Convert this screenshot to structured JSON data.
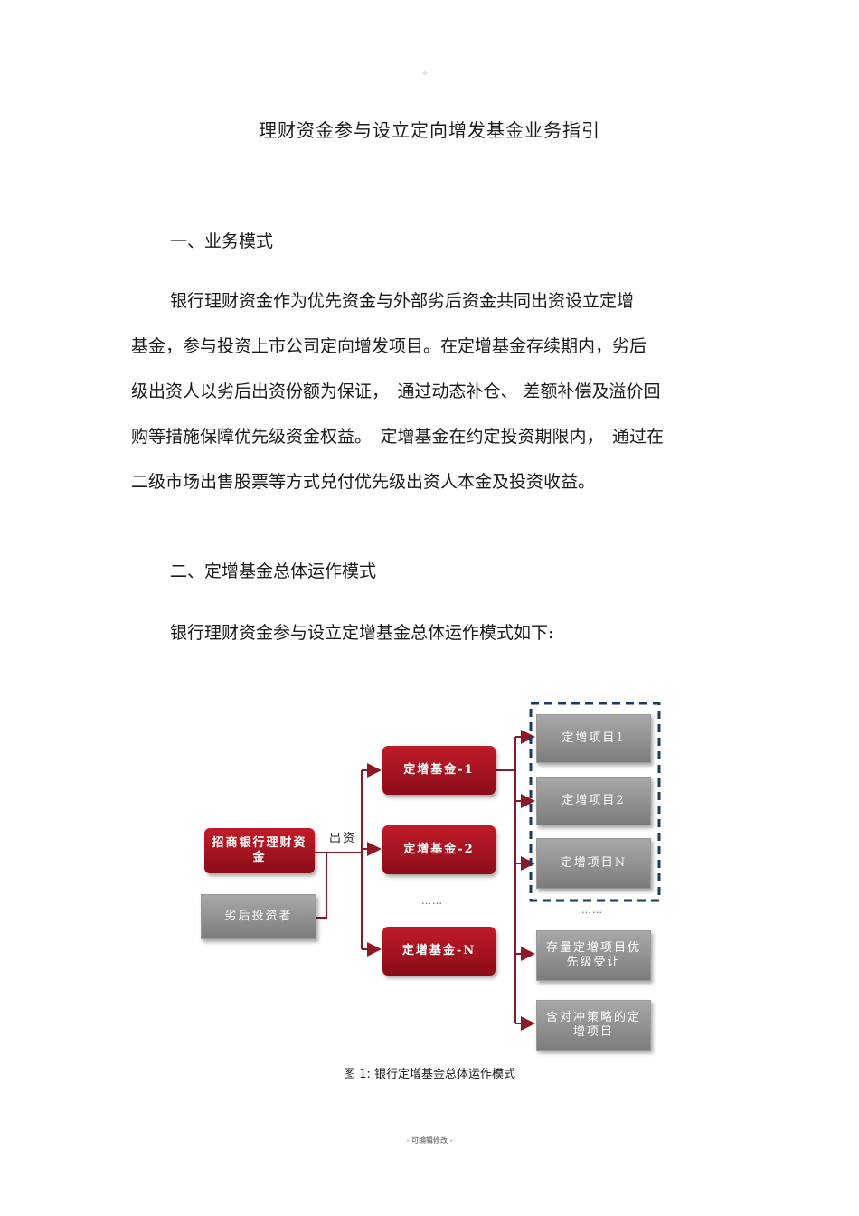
{
  "header_mark": "。",
  "title": "理财资金参与设立定向增发基金业务指引",
  "section1": {
    "heading": "一、业务模式",
    "lines": [
      "银行理财资金作为优先资金与外部劣后资金共同出资设立定增",
      "基金，参与投资上市公司定向增发项目。在定增基金存续期内，劣后",
      "级出资人以劣后出资份额为保证，　通过动态补仓、 差额补偿及溢价回",
      "购等措施保障优先级资金权益。　定增基金在约定投资期限内，　通过在",
      "二级市场出售股票等方式兑付优先级出资人本金及投资收益。"
    ]
  },
  "section2": {
    "heading": "二、定增基金总体运作模式",
    "intro": "银行理财资金参与设立定增基金总体运作模式如下:"
  },
  "diagram": {
    "source_bank": "招商银行理财资金",
    "source_junior": "劣后投资者",
    "edge_label": "出资",
    "funds": [
      "定增基金-1",
      "定增基金-2",
      "定增基金-N"
    ],
    "fund_ellipsis": "……",
    "projects": [
      "定增项目1",
      "定增项目2",
      "定增项目N"
    ],
    "project_ellipsis": "……",
    "extra_projects": [
      "存量定增项目优先级受让",
      "含对冲策略的定增项目"
    ],
    "colors": {
      "red": "#a8131f",
      "grey": "#8c8c8c",
      "dashed_border": "#1f3a5f",
      "connector": "#8b1a26"
    }
  },
  "caption": "图 1: 银行定增基金总体运作模式",
  "footer": "- 可编辑修改 -"
}
